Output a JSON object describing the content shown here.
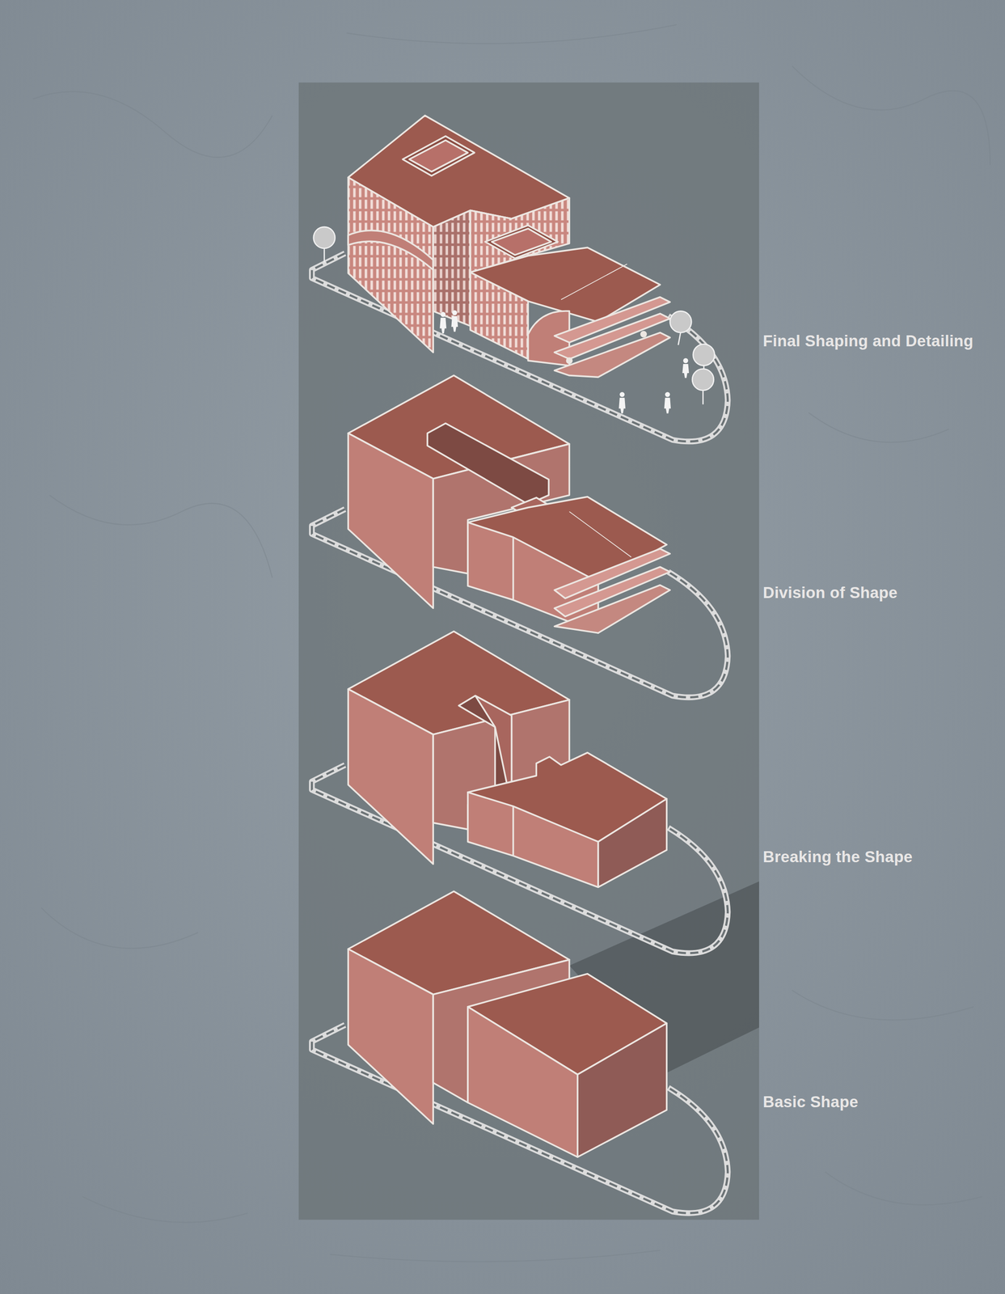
{
  "diagram": {
    "labels": [
      "Final Shaping and Detailing",
      "Division of Shape",
      "Breaking the Shape",
      "Basic Shape"
    ]
  }
}
